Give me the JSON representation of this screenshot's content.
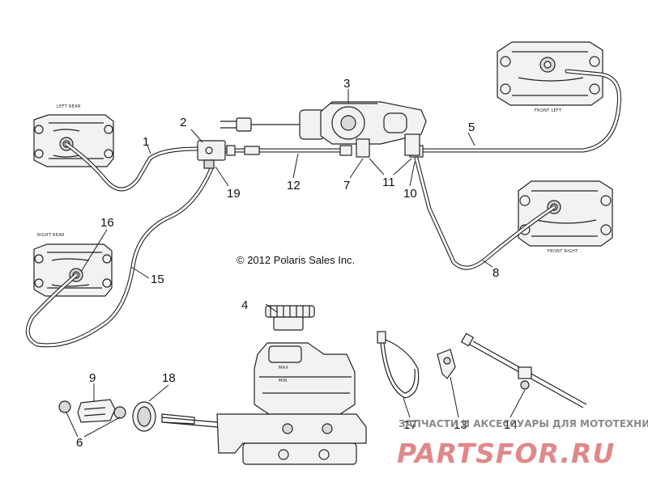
{
  "diagram": {
    "copyright": "© 2012 Polaris Sales Inc.",
    "callouts": {
      "c1": "1",
      "c2": "2",
      "c3": "3",
      "c4": "4",
      "c5": "5",
      "c6": "6",
      "c7": "7",
      "c8": "8",
      "c9": "9",
      "c10": "10",
      "c11": "11",
      "c12": "12",
      "c13": "13",
      "c14": "14",
      "c15": "15",
      "c16": "16",
      "c17": "17",
      "c18": "18",
      "c19": "19"
    },
    "caliper_labels": {
      "left_rear": "LEFT REAR",
      "right_rear": "RIGHT REAR",
      "front_left": "FRONT LEFT",
      "front_right": "FRONT RIGHT"
    },
    "reservoir_marks": {
      "max": "MAX",
      "min": "MIN"
    }
  },
  "watermark": {
    "tagline": "ЗАПЧАСТИ И АКСЕССУАРЫ ДЛЯ МОТОТЕХНИКИ",
    "brand": "PARTSFOR.RU"
  }
}
